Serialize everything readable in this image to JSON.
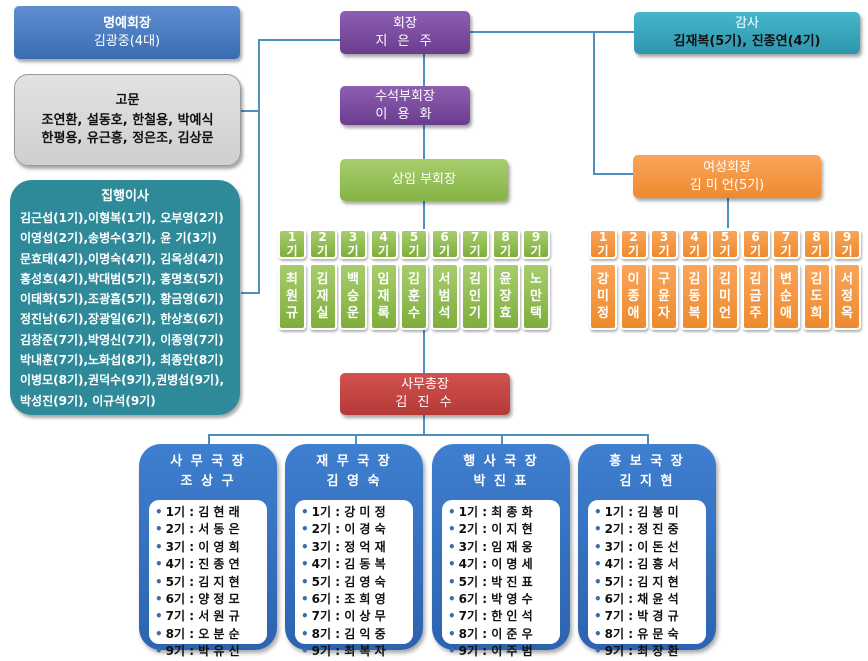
{
  "honorary": {
    "title": "명예회장",
    "name": "김광중(4대)"
  },
  "president": {
    "title": "회장",
    "name": "지 은 주"
  },
  "auditor": {
    "title": "감사",
    "names": "김재복(5기), 진종연(4기)"
  },
  "advisors": {
    "title": "고문",
    "line1": "조연환, 설동호, 한철용, 박예식",
    "line2": "한평용, 유근흥, 정은조, 김상문"
  },
  "senior_vp": {
    "title": "수석부회장",
    "name": "이 용 화"
  },
  "standing_vp": {
    "title": "상임 부회장"
  },
  "women_president": {
    "title": "여성회장",
    "name": "김 미 언(5기)"
  },
  "directors": {
    "title": "집행이사",
    "lines": [
      "김근섭(1기),이형복(1기), 오부영(2기)",
      "이영섭(2기),송병수(3기), 윤    기(3기)",
      "문효태(4기),이명숙(4기), 김옥성(4기)",
      "홍성호(4기),박대범(5기), 홍명호(5기)",
      "이태화(5기),조광흠(5기), 황금영(6기)",
      "정진남(6기),장광일(6기), 한상호(6기)",
      "김창준(7기),박영신(7기), 이종영(7기)",
      "박내훈(7기),노화섭(8기), 최종안(8기)",
      "이병모(8기),권덕수(9기),권병섭(9기),",
      "박성진(9기), 이규석(9기)"
    ]
  },
  "vp_generations": [
    {
      "gen": "1기",
      "name": "최원규"
    },
    {
      "gen": "2기",
      "name": "김재실"
    },
    {
      "gen": "3기",
      "name": "백승운"
    },
    {
      "gen": "4기",
      "name": "임재록"
    },
    {
      "gen": "5기",
      "name": "김훈수"
    },
    {
      "gen": "6기",
      "name": "서범석"
    },
    {
      "gen": "7기",
      "name": "김인기"
    },
    {
      "gen": "8기",
      "name": "윤장효"
    },
    {
      "gen": "9기",
      "name": "노만택"
    }
  ],
  "women_generations": [
    {
      "gen": "1기",
      "name": "강미정"
    },
    {
      "gen": "2기",
      "name": "이종애"
    },
    {
      "gen": "3기",
      "name": "구윤자"
    },
    {
      "gen": "4기",
      "name": "김동복"
    },
    {
      "gen": "5기",
      "name": "김미언"
    },
    {
      "gen": "6기",
      "name": "김금주"
    },
    {
      "gen": "7기",
      "name": "변순애"
    },
    {
      "gen": "8기",
      "name": "김도희"
    },
    {
      "gen": "9기",
      "name": "서정옥"
    }
  ],
  "secretary_general": {
    "title": "사무총장",
    "name": "김 진 수"
  },
  "teams": [
    {
      "title": "사 무 국 장",
      "name": "조 상 구",
      "members": [
        "1기 : 김 현 래",
        "2기 : 서 동 은",
        "3기 : 이 영 희",
        "4기 : 진 종 연",
        "5기 : 김 지 현",
        "6기 : 양 정 모",
        "7기 : 서 원 규",
        "8기 : 오 분 순",
        "9기 : 박 유 신"
      ]
    },
    {
      "title": "재 무 국 장",
      "name": "김 영 숙",
      "members": [
        "1기 : 강 미 정",
        "2기 : 이 경 숙",
        "3기 : 정 억 재",
        "4기 : 김 동 복",
        "5기 : 김 영 숙",
        "6기 : 조 희 영",
        "7기 : 이 상 무",
        "8기 : 김 익 중",
        "9기 : 최 복 자"
      ]
    },
    {
      "title": "행 사 국 장",
      "name": "박 진 표",
      "members": [
        "1기 : 최 종 화",
        "2기 : 이 지 현",
        "3기 : 임 재 웅",
        "4기 : 이 명 세",
        "5기 : 박 진 표",
        "6기 : 박 영 수",
        "7기 : 한 인 석",
        "8기 : 이 준 우",
        "9기 : 이 주 범"
      ]
    },
    {
      "title": "홍 보 국 장",
      "name": "김 지 현",
      "members": [
        "1기 : 김 봉 미",
        "2기 : 정 진 중",
        "3기 : 이 돈 선",
        "4기 : 김 흥 서",
        "5기 : 김 지 현",
        "6기 : 채 윤 석",
        "7기 : 박 경 규",
        "8기 : 유 문 숙",
        "9기 : 최 장 환"
      ]
    }
  ],
  "colors": {
    "connector": "#4d8fc1",
    "purple": "#7a4b9e",
    "blue": "#3a6cb2",
    "teal": "#2d96ad",
    "orange": "#ee8a2e",
    "green": "#86b346",
    "red": "#b43a37"
  }
}
